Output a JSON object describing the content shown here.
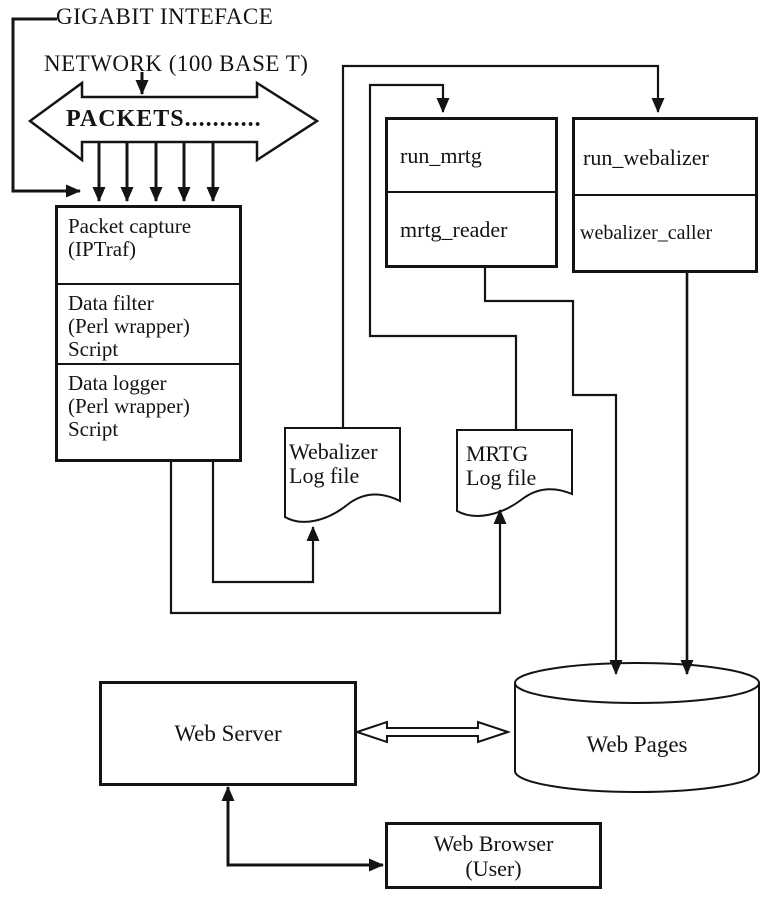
{
  "colors": {
    "ink": "#141414",
    "paper": "#ffffff"
  },
  "diagram": {
    "gigabit_label": "GIGABIT INTEFACE",
    "network_label": "NETWORK (100 BASE T)",
    "packets_label": "PACKETS...........",
    "capture_stack": {
      "packet_capture": [
        "Packet capture",
        "(IPTraf)"
      ],
      "data_filter": [
        "Data filter",
        "(Perl wrapper)",
        "Script"
      ],
      "data_logger": [
        "Data logger",
        "(Perl wrapper)",
        "Script"
      ]
    },
    "mrtg_stack": {
      "run": "run_mrtg",
      "reader": "mrtg_reader"
    },
    "webalizer_stack": {
      "run": "run_webalizer",
      "caller": "webalizer_caller"
    },
    "webalizer_log": [
      "Webalizer",
      "Log file"
    ],
    "mrtg_log": [
      "MRTG",
      "Log file"
    ],
    "web_server_label": "Web Server",
    "web_pages_label": "Web Pages",
    "web_browser": [
      "Web Browser",
      "(User)"
    ]
  }
}
